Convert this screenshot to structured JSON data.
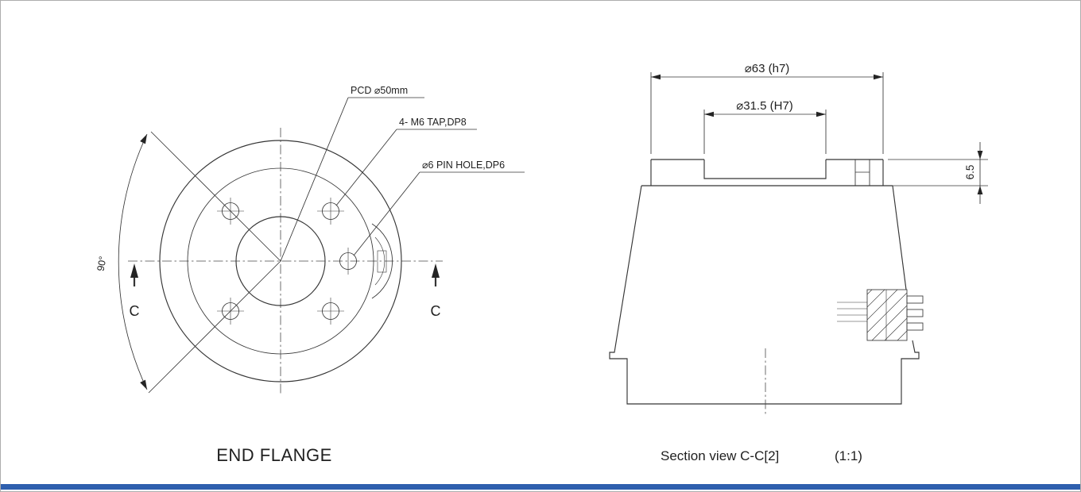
{
  "colors": {
    "background": "#ffffff",
    "line": "#353535",
    "text": "#1f1f1f",
    "accent_bar": "#2e5fae",
    "frame": "#adadad"
  },
  "front_view": {
    "title": "END FLANGE",
    "labels": {
      "pcd": "PCD ⌀50mm",
      "tap": "4- M6 TAP,DP8",
      "pin_hole": "⌀6 PIN HOLE,DP6",
      "angle": "90°"
    },
    "section_marks": {
      "left": "C",
      "right": "C"
    }
  },
  "section_view": {
    "caption": "Section view C-C[2]",
    "scale": "(1:1)",
    "dimensions": {
      "outer_diameter": "⌀63 (h7)",
      "bore_diameter": "⌀31.5  (H7)",
      "flange_thickness": "6.5"
    }
  }
}
